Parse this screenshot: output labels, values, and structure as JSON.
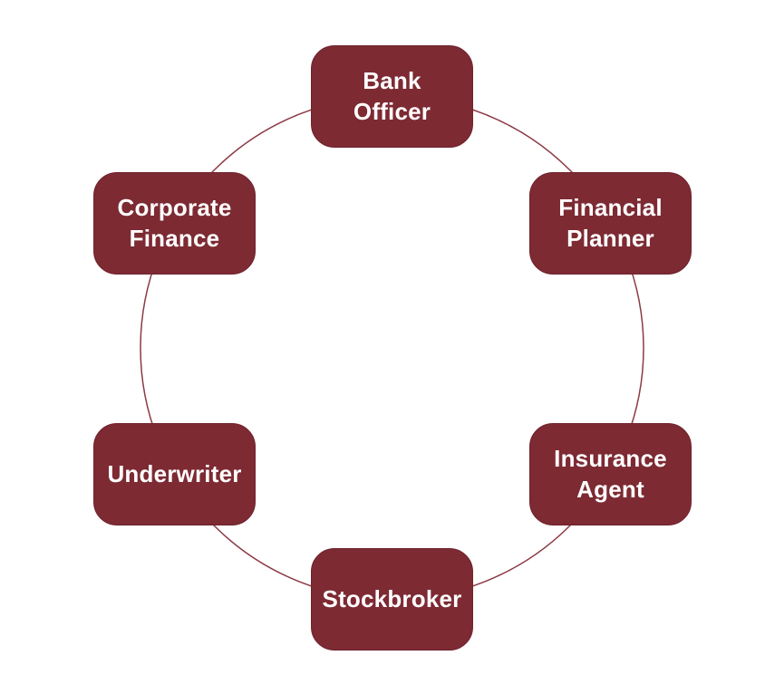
{
  "diagram": {
    "type": "cycle",
    "nodes": [
      {
        "id": "bank-officer",
        "label": "Bank\nOfficer",
        "position": "top"
      },
      {
        "id": "financial-planner",
        "label": "Financial\nPlanner",
        "position": "top-right"
      },
      {
        "id": "insurance-agent",
        "label": "Insurance\nAgent",
        "position": "bottom-right"
      },
      {
        "id": "stockbroker",
        "label": "Stockbroker",
        "position": "bottom"
      },
      {
        "id": "underwriter",
        "label": "Underwriter",
        "position": "bottom-left"
      },
      {
        "id": "corporate-finance",
        "label": "Corporate\nFinance",
        "position": "top-left"
      }
    ],
    "colors": {
      "node_fill": "#7D2A33",
      "node_border": "#6E232D",
      "circle_stroke": "#8C3A46",
      "label_text": "#FFFFFF",
      "background": "#FFFFFF"
    }
  }
}
